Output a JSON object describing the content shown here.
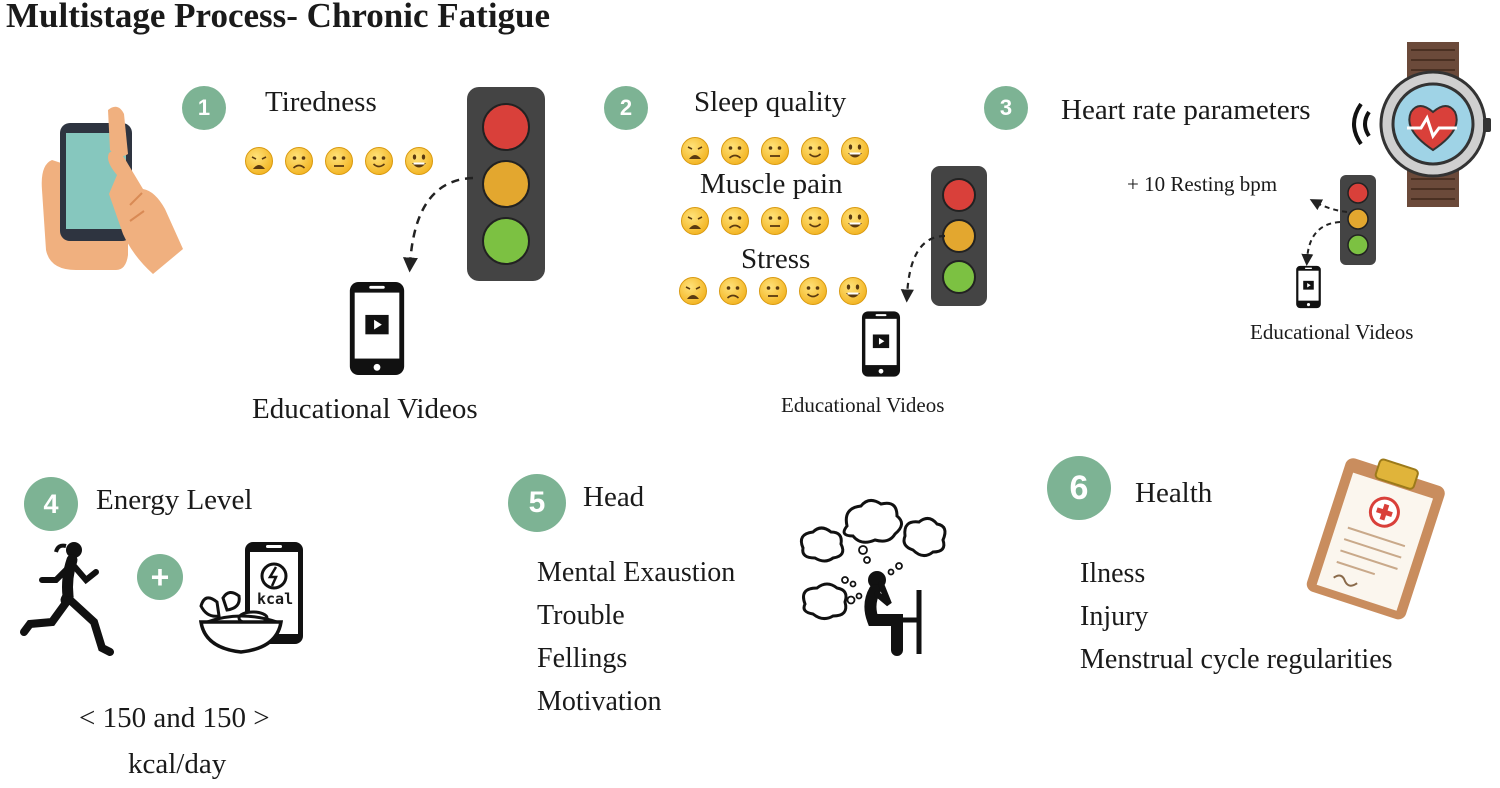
{
  "title": "Multistage Process- Chronic Fatigue",
  "steps": [
    {
      "number": "1",
      "label": "Tiredness",
      "video_label": "Educational Videos"
    },
    {
      "number": "2",
      "labels": [
        "Sleep quality",
        "Muscle pain",
        "Stress"
      ],
      "video_label": "Educational Videos"
    },
    {
      "number": "3",
      "label": "Heart rate parameters",
      "note": "+ 10 Resting bpm",
      "video_label": "Educational Videos"
    },
    {
      "number": "4",
      "label": "Energy Level",
      "range": "< 150 and 150 >",
      "unit": "kcal/day",
      "plus": "+",
      "icon_text": "kcal"
    },
    {
      "number": "5",
      "label": "Head",
      "items": [
        "Mental Exaustion",
        "Trouble",
        "Fellings",
        "Motivation"
      ]
    },
    {
      "number": "6",
      "label": "Health",
      "items": [
        "Ilness",
        "Injury",
        "Menstrual cycle regularities"
      ]
    }
  ],
  "icons": [
    "phone-hands-icon",
    "traffic-light-icon",
    "video-phone-icon",
    "smartwatch-heart-icon",
    "runner-icon",
    "food-bowl-icon",
    "kcal-phone-icon",
    "thinking-person-icon",
    "clipboard-icon",
    "emoji-face-icon"
  ],
  "colors": {
    "badge": "#7db394",
    "red": "#d9403a",
    "amber": "#e3a72f",
    "green": "#7cc142",
    "skin": "#f0b07f",
    "traffic_body": "#444444"
  }
}
